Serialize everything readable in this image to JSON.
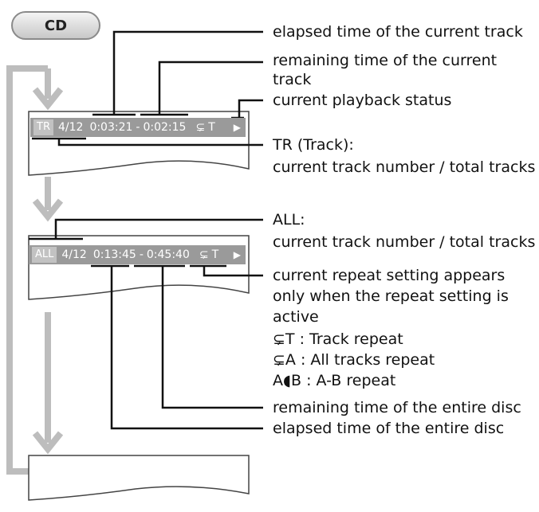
{
  "cd_button": "CD",
  "display1": {
    "mode": "TR",
    "track": "4/12",
    "elapsed": "0:03:21",
    "sep": "-",
    "remaining": "0:02:15",
    "repeat_symbol": "⊊",
    "repeat": "T",
    "status": "▶"
  },
  "display2": {
    "mode": "ALL",
    "track": "4/12",
    "elapsed": "0:13:45",
    "sep": "-",
    "remaining": "0:45:40",
    "repeat_symbol": "⊊",
    "repeat": "T",
    "status": "▶"
  },
  "labels": {
    "elapsed_track": "elapsed time of the current track",
    "remaining_track_1": "remaining time of the current",
    "remaining_track_2": "track",
    "playback_status": "current playback status",
    "tr_title": "TR (Track):",
    "tr_desc": "current track number / total tracks",
    "all_title": "ALL:",
    "all_desc": "current track number / total tracks",
    "repeat_1": "current repeat setting appears",
    "repeat_2": "only when the repeat setting is",
    "repeat_3": "active",
    "repeat_t": "⊊T :   Track repeat",
    "repeat_a": "⊊A :   All tracks repeat",
    "repeat_ab": "A◖B : A-B repeat",
    "remaining_disc": "remaining time of the entire disc",
    "elapsed_disc": "elapsed time of the entire disc"
  },
  "colors": {
    "arrow": "#bdbdbd",
    "bar": "#9a9a9a",
    "line": "#111111"
  }
}
